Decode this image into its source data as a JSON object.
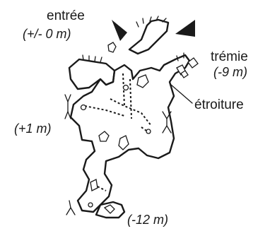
{
  "map": {
    "labels": {
      "entrance": "entrée",
      "entrance_depth": "(+/- 0 m)",
      "shaft": "trémie",
      "shaft_depth": "(-9 m)",
      "squeeze": "étroiture",
      "west_depth": "(+1 m)",
      "bottom_depth": "(-12 m)"
    },
    "symbols": {
      "entrance_markers": "black-triangle-arrow",
      "ceiling_edges": "hatched-overhang",
      "vertical_drops": "dashed-line",
      "block_fields": "boulder",
      "air_flow_marks": "fork-symbol"
    },
    "colors": {
      "ink": "#1a1a1a",
      "background": "#ffffff"
    }
  }
}
